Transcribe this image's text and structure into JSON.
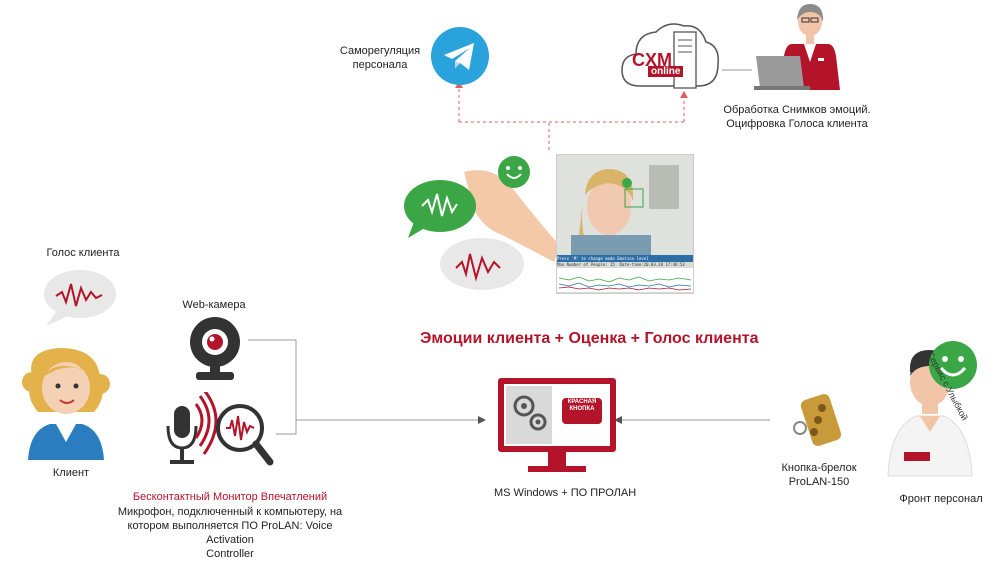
{
  "labels": {
    "self_regulation": "Саморегуляция\nперсонала",
    "processing": "Обработка Снимков эмоций.\nОцифровка Голоса клиента",
    "client_voice": "Голос клиента",
    "webcam": "Web-камера",
    "client": "Клиент",
    "monitor_title": "Бесконтактный Монитор Впечатлений",
    "monitor_desc": "Микрофон, подключенный к компьютеру, на\nкотором выполняется ПО ProLAN: Voice Activation\nController",
    "ms_windows": "MS Windows + ПО ПРОЛАН",
    "keyfob": "Кнопка-брелок\nProLAN-150",
    "front_staff": "Фронт персонал",
    "headline": "Эмоции клиента  + Оценка + Голос клиента",
    "cxm_logo": "CXM",
    "cxm_online": "online",
    "red_button_logo": "КРАСНАЯ\nКНОПКА",
    "smile_service": "Сервис с Улыбкой"
  },
  "screen_caption": {
    "top_bar": "Press 'M' to change mode  Emotion level",
    "stats_left": "Max Number of People: 15",
    "stats_right": "Date-time:20.03.20 17:46:53"
  },
  "colors": {
    "accent_red": "#b3142a",
    "telegram_blue": "#2aa3dd",
    "smile_green": "#3aa645",
    "dashed_red": "#e06060"
  }
}
